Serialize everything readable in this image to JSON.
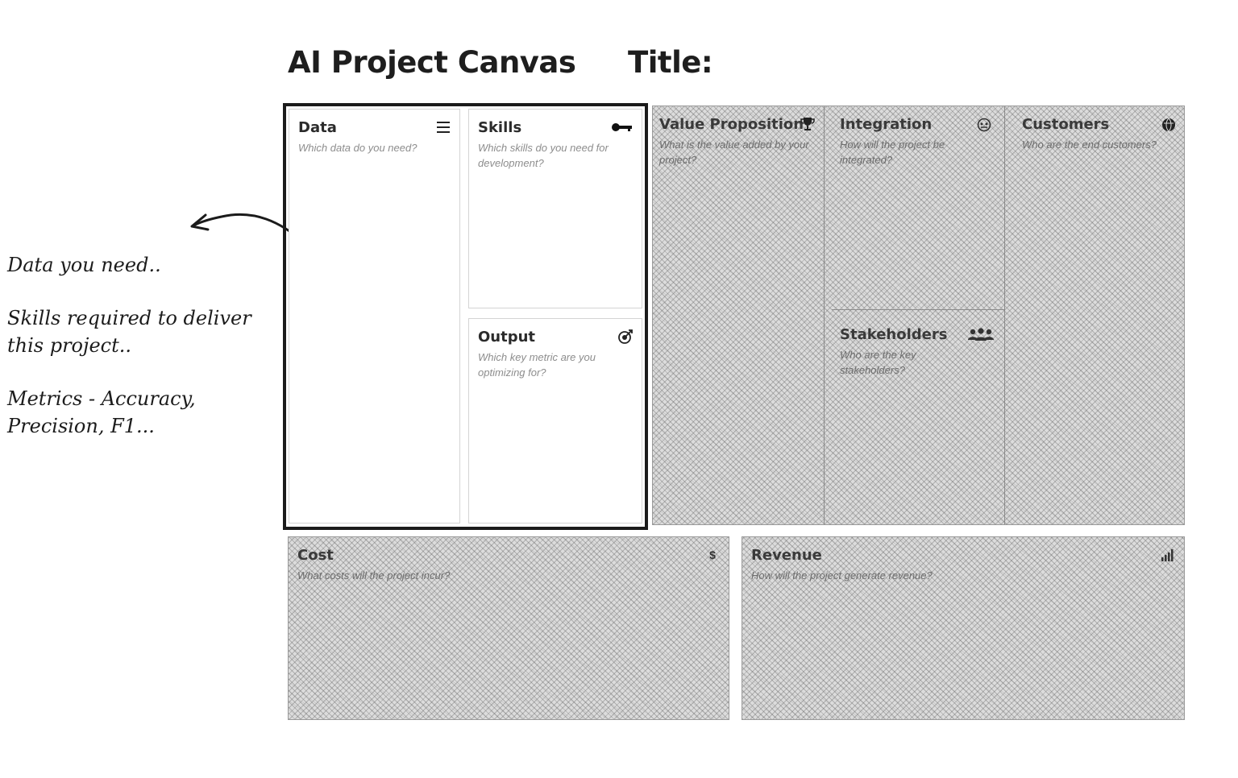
{
  "header": {
    "title": "AI Project Canvas",
    "subtitle": "Title:"
  },
  "notes": {
    "line1": "Data you need..",
    "line2a": "Skills required to deliver",
    "line2b": "this project..",
    "line3a": "Metrics - Accuracy,",
    "line3b": "Precision, F1..."
  },
  "blocks": {
    "data": {
      "title": "Data",
      "hint": "Which data do you need?",
      "icon": "list-icon"
    },
    "skills": {
      "title": "Skills",
      "hint": "Which skills do you need for development?",
      "icon": "key-icon"
    },
    "output": {
      "title": "Output",
      "hint": "Which key metric are you optimizing for?",
      "icon": "target-icon"
    },
    "value": {
      "title": "Value Proposition",
      "hint": "What is the value added by your project?",
      "icon": "trophy-icon"
    },
    "integration": {
      "title": "Integration",
      "hint": "How will the project be integrated?",
      "icon": "settings-icon"
    },
    "stakeholders": {
      "title": "Stakeholders",
      "hint": "Who are the key stakeholders?",
      "icon": "people-icon"
    },
    "customers": {
      "title": "Customers",
      "hint": "Who are the end customers?",
      "icon": "globe-icon"
    },
    "cost": {
      "title": "Cost",
      "hint": "What costs will the project incur?",
      "icon": "dollar-icon"
    },
    "revenue": {
      "title": "Revenue",
      "hint": "How will the project generate revenue?",
      "icon": "bar-chart-icon"
    }
  }
}
